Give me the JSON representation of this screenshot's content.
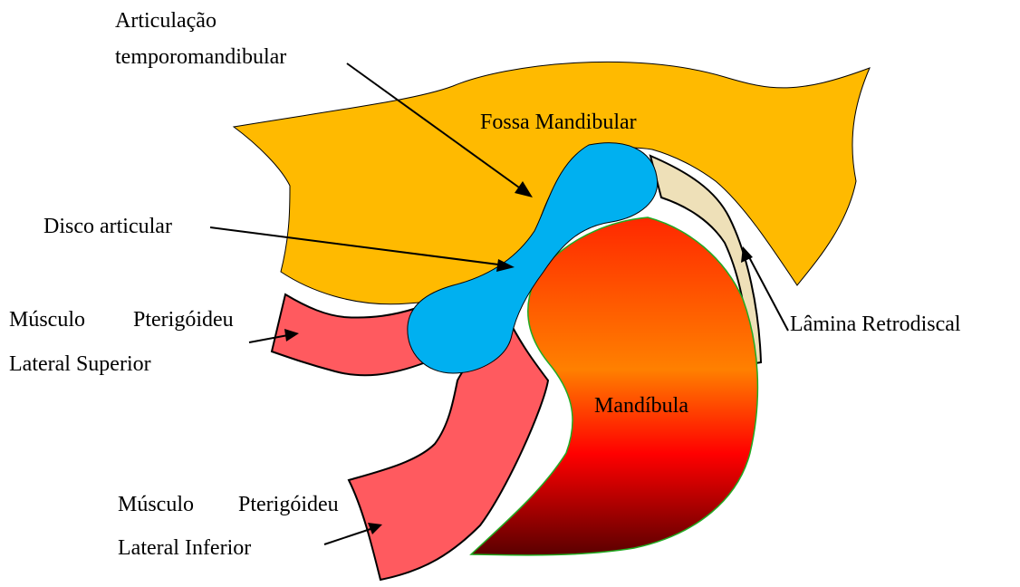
{
  "labels": {
    "tmj_line1": "Articulação",
    "tmj_line2": "temporomandibular",
    "fossa": "Fossa Mandibular",
    "disc": "Disco articular",
    "lps_line1_a": "Músculo",
    "lps_line1_b": "Pterigóideu",
    "lps_line2": "Lateral Superior",
    "retro": "Lâmina Retrodiscal",
    "mandible": "Mandíbula",
    "lpi_line1_a": "Músculo",
    "lpi_line1_b": "Pterigóideu",
    "lpi_line2": "Lateral Inferior"
  },
  "colors": {
    "temporal_bone": "#FFBA00",
    "articular_disc": "#00B0F0",
    "pterygoid_muscle": "#FF5A5F",
    "retrodiscal_lamina": "#EEE0B8",
    "mandible_top": "#FF2800",
    "mandible_mid": "#FF0000",
    "mandible_bottom": "#5A0000",
    "outline": "#000000"
  }
}
